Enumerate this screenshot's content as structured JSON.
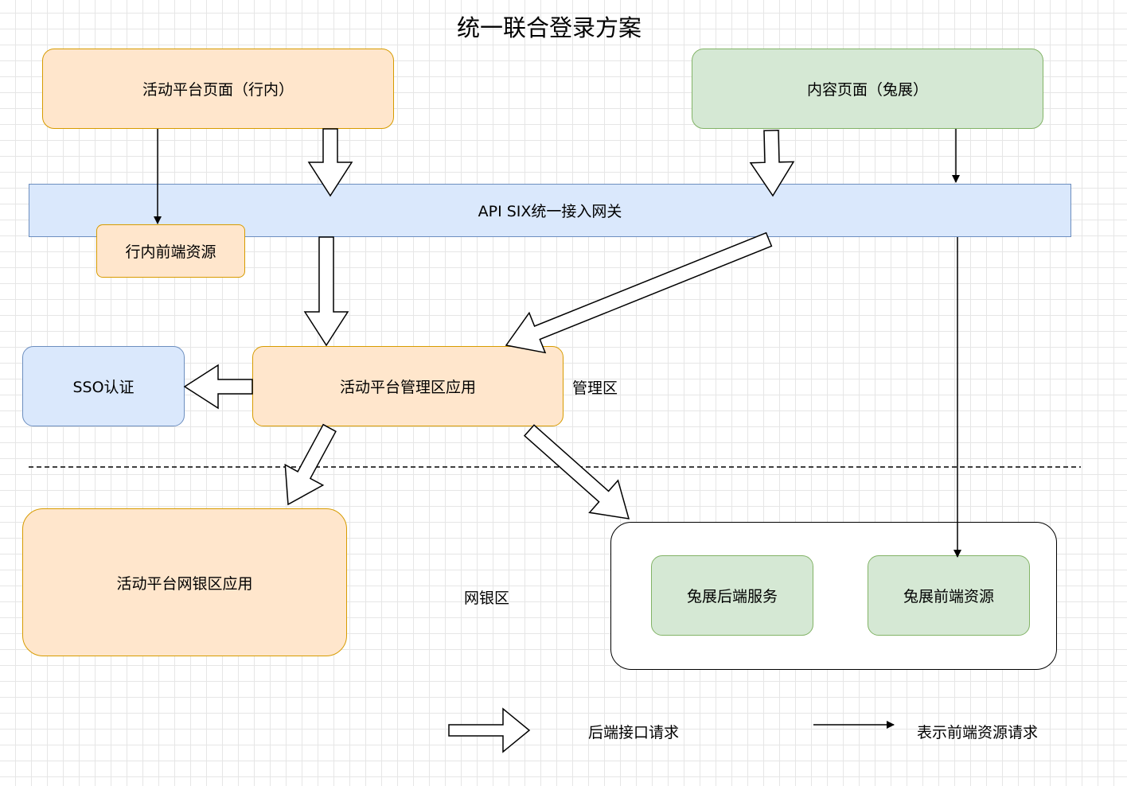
{
  "title": "统一联合登录方案",
  "nodes": {
    "activity_page": "活动平台页面（行内）",
    "content_page": "内容页面（兔展）",
    "gateway": "API SIX统一接入网关",
    "inner_frontend": "行内前端资源",
    "sso": "SSO认证",
    "mgmt_app": "活动平台管理区应用",
    "netbank_app": "活动平台网银区应用",
    "tuzhan_backend": "兔展后端服务",
    "tuzhan_frontend": "兔展前端资源"
  },
  "zones": {
    "management": "管理区",
    "netbank": "网银区"
  },
  "legend": {
    "backend_request": "后端接口请求",
    "frontend_request": "表示前端资源请求"
  },
  "colors": {
    "orange_fill": "#ffe6cc",
    "orange_stroke": "#d79b00",
    "green_fill": "#d5e8d4",
    "green_stroke": "#82b366",
    "blue_fill": "#dae8fc",
    "blue_stroke": "#6c8ebf"
  }
}
